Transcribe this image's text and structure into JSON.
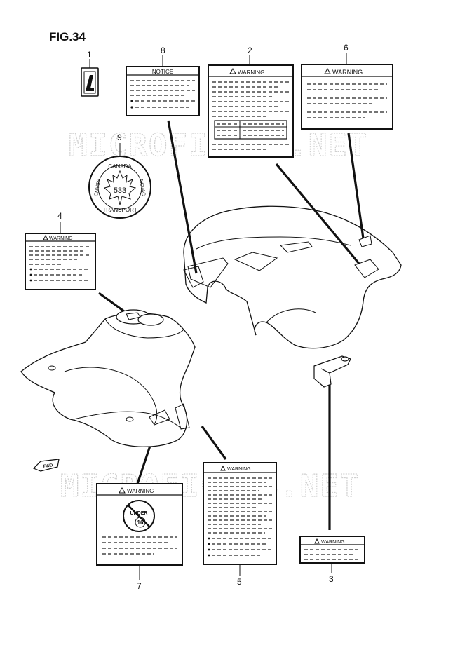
{
  "figure_title": "FIG.34",
  "callouts": [
    "1",
    "2",
    "3",
    "4",
    "5",
    "6",
    "7",
    "8",
    "9"
  ],
  "label_headers": {
    "notice": "NOTICE",
    "warning": "WARNING"
  },
  "seal": {
    "top": "CANADA",
    "left": "CMVSS",
    "right": "NSVAC",
    "bottom": "TRANSPORT",
    "number": "533"
  },
  "under16": {
    "top": "UNDER",
    "number": "16"
  },
  "fwd_mark": "FWD",
  "watermark": "MICROFICHES.NET"
}
